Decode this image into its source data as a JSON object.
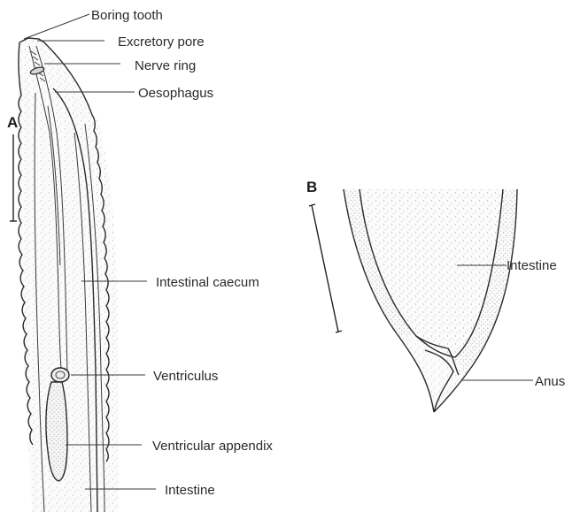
{
  "panels": {
    "a": {
      "letter": "A"
    },
    "b": {
      "letter": "B"
    }
  },
  "labels_a": {
    "boring_tooth": "Boring tooth",
    "excretory_pore": "Excretory pore",
    "nerve_ring": "Nerve ring",
    "oesophagus": "Oesophagus",
    "intestinal_caecum": "Intestinal caecum",
    "ventriculus": "Ventriculus",
    "ventricular_appendix": "Ventricular appendix",
    "intestine": "Intestine"
  },
  "labels_b": {
    "intestine": "Intestine",
    "anus": "Anus"
  }
}
